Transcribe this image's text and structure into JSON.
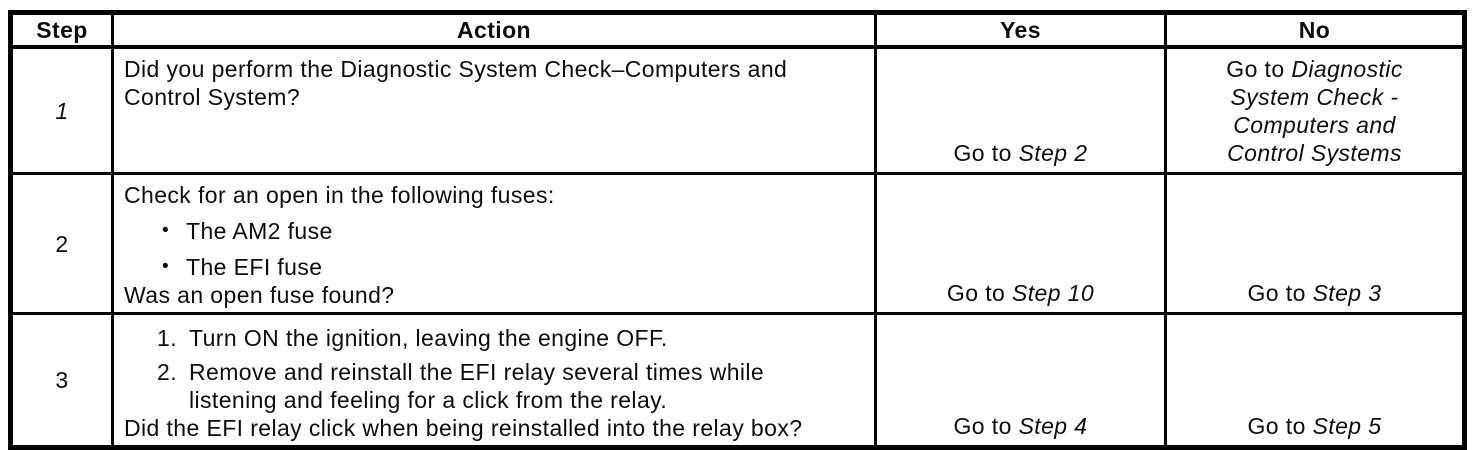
{
  "colors": {
    "background": "#ffffff",
    "text": "#0d0d0d",
    "border": "#000000"
  },
  "table": {
    "headers": {
      "step": "Step",
      "action": "Action",
      "yes": "Yes",
      "no": "No"
    },
    "rows": [
      {
        "step": "1",
        "action": {
          "question": "Did you perform the Diagnostic System Check–Computers and Control System?"
        },
        "yes": {
          "prefix": "Go to ",
          "link": "Step 2"
        },
        "no": {
          "prefix": "Go to ",
          "link": "Diagnostic System Check - Computers and Control Systems"
        }
      },
      {
        "step": "2",
        "action": {
          "intro": "Check for an open in the following fuses:",
          "bullet_glyph": "•",
          "bullets": [
            "The AM2 fuse",
            "The EFI fuse"
          ],
          "question": "Was an open fuse found?"
        },
        "yes": {
          "prefix": "Go to ",
          "link": "Step 10"
        },
        "no": {
          "prefix": "Go to ",
          "link": "Step 3"
        }
      },
      {
        "step": "3",
        "action": {
          "numbered": [
            {
              "num": "1.",
              "text": "Turn ON the ignition, leaving the engine OFF."
            },
            {
              "num": "2.",
              "text": "Remove and reinstall the EFI relay several times while listening and feeling for a click from the relay."
            }
          ],
          "question": "Did the EFI relay click when being reinstalled into the relay box?"
        },
        "yes": {
          "prefix": "Go to ",
          "link": "Step 4"
        },
        "no": {
          "prefix": "Go to ",
          "link": "Step 5"
        }
      }
    ]
  }
}
